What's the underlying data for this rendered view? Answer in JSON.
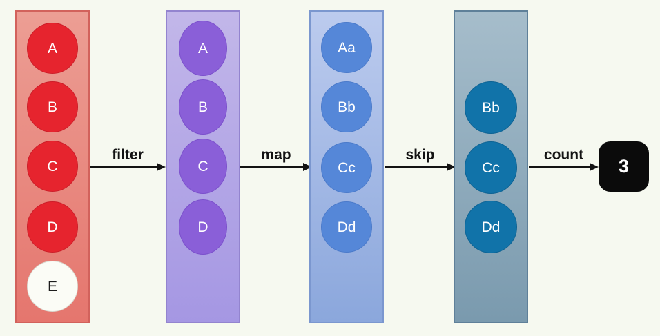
{
  "page": {
    "background_color": "#f6f9f0"
  },
  "pipeline": {
    "columns": [
      {
        "name": "source-stream",
        "fill_top": "#ec9e94",
        "fill_bottom": "#e5766e",
        "border_color": "#d2625c",
        "item_color": "#e6242e",
        "items": [
          {
            "label": "A"
          },
          {
            "label": "B"
          },
          {
            "label": "C"
          },
          {
            "label": "D"
          },
          {
            "label": "E",
            "style": "white-circle"
          }
        ]
      },
      {
        "name": "after-filter",
        "fill_top": "#c2b7e9",
        "fill_bottom": "#a597e3",
        "border_color": "#9384cf",
        "item_color": "#8a5fd8",
        "items": [
          {
            "label": "A"
          },
          {
            "label": "B"
          },
          {
            "label": "C"
          },
          {
            "label": "D"
          }
        ]
      },
      {
        "name": "after-map",
        "fill_top": "#bccbee",
        "fill_bottom": "#8ba7dc",
        "border_color": "#7b97cf",
        "item_color": "#5587d8",
        "items": [
          {
            "label": "Aa"
          },
          {
            "label": "Bb"
          },
          {
            "label": "Cc"
          },
          {
            "label": "Dd"
          }
        ]
      },
      {
        "name": "after-skip",
        "fill_top": "#a6bdcb",
        "fill_bottom": "#7a9aae",
        "border_color": "#5f8099",
        "item_color": "#1173a9",
        "items": [
          {
            "label": "Bb"
          },
          {
            "label": "Cc"
          },
          {
            "label": "Dd"
          }
        ]
      }
    ],
    "operations": [
      {
        "label": "filter"
      },
      {
        "label": "map"
      },
      {
        "label": "skip"
      },
      {
        "label": "count"
      }
    ],
    "result": {
      "label": "3",
      "fill": "#0b0b0b",
      "text_color": "#ffffff"
    },
    "arrow_color": "#131313"
  }
}
